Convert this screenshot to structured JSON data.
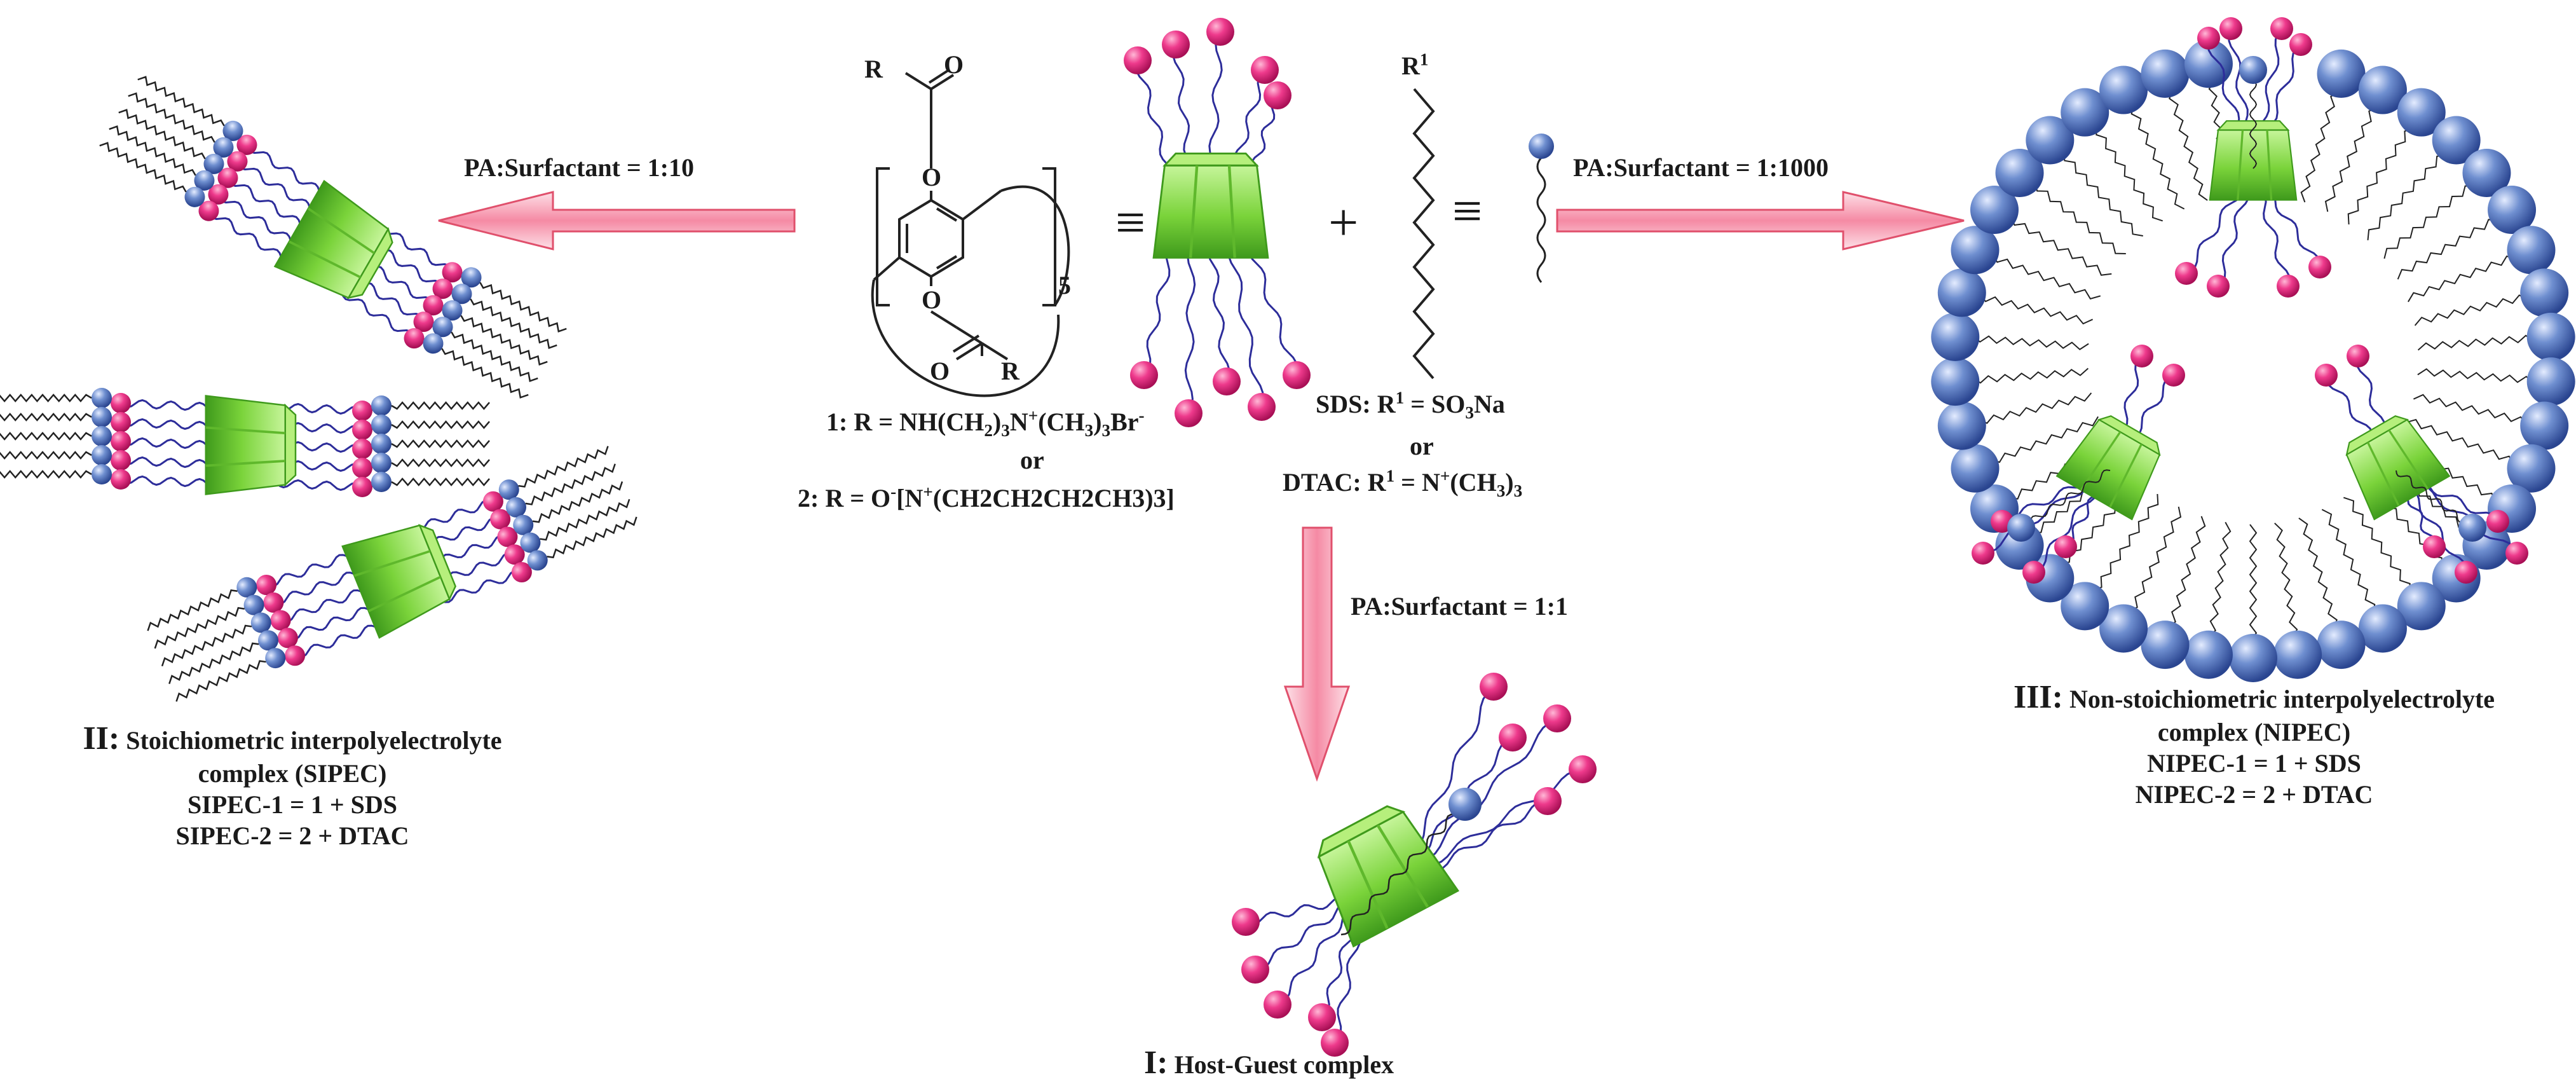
{
  "arrows": {
    "left": "PA:Surfactant = 1:10",
    "right": "PA:Surfactant = 1:1000",
    "down": "PA:Surfactant = 1:1"
  },
  "pillararene": {
    "r_label": "R",
    "o_label": "O",
    "repeat": "5",
    "option1_prefix": "1: R = NH(CH",
    "option1_mid1": ")",
    "option1_mid2": "N",
    "option1_mid3": "(CH",
    "option1_mid4": ")",
    "option1_end": "Br",
    "sub_2": "2",
    "sub_3": "3",
    "sup_plus": "+",
    "sup_minus": "-",
    "or": "or",
    "option2_prefix": "2: R = O",
    "option2_mid": "[N",
    "option2_end": "(CH2CH2CH2CH3)3]"
  },
  "symbols": {
    "equiv": "≡",
    "plus": "+"
  },
  "surfactant": {
    "r1_label": "R",
    "r1_sup": "1",
    "sds_prefix": "SDS: R",
    "sds_mid": " = SO",
    "sds_sub": "3",
    "sds_end": "Na",
    "or": "or",
    "dtac_prefix": "DTAC: R",
    "dtac_mid": " = N",
    "dtac_sup": "+",
    "dtac_end": "(CH",
    "dtac_sub": "3",
    "dtac_close": ")"
  },
  "complex_I": {
    "roman": "I:",
    "name": "Host-Guest complex"
  },
  "complex_II": {
    "roman": "II:",
    "line1": "Stoichiometric interpolyelectrolyte",
    "line2": "complex (SIPEC)",
    "line3": "SIPEC-1 = 1 + SDS",
    "line4": "SIPEC-2 = 2 + DTAC"
  },
  "complex_III": {
    "roman": "III:",
    "line1": "Non-stoichiometric interpolyelectrolyte",
    "line2": "complex (NIPEC)",
    "line3": "NIPEC-1 = 1 + SDS",
    "line4": "NIPEC-2 = 2 + DTAC"
  },
  "colors": {
    "arrow_fill": "#f6a0b4",
    "arrow_stroke": "#e0506c",
    "pink_ball": "#e8247c",
    "blue_ball": "#4a6cb0",
    "green_host": "#7ad33a",
    "chain_blue": "#2d2d9a",
    "chain_black": "#222222"
  }
}
